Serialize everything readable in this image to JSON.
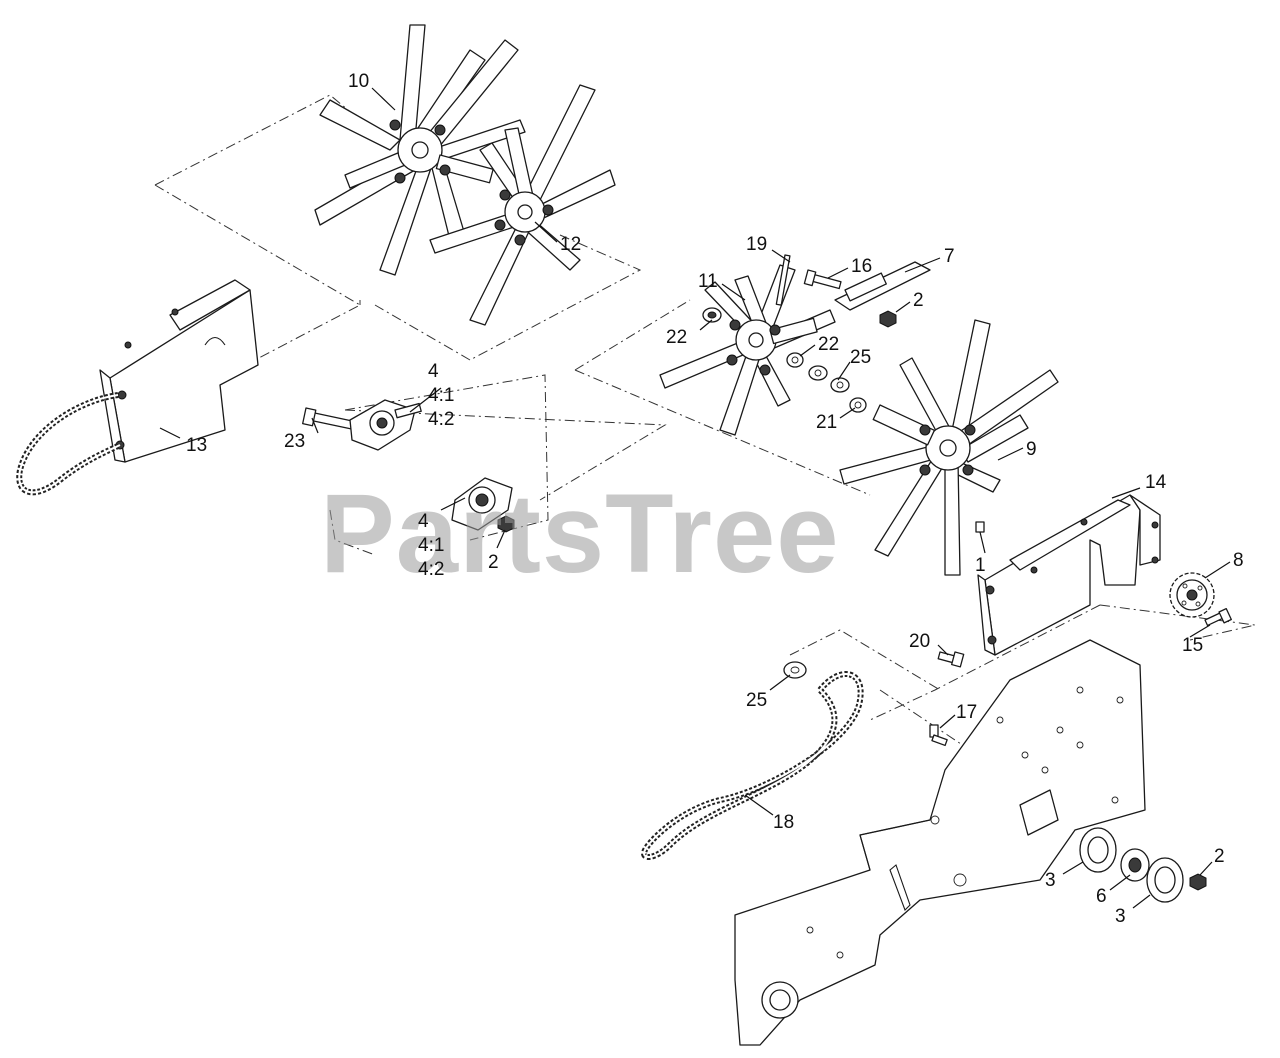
{
  "watermark": "PartsTree",
  "callouts": [
    {
      "id": "c10",
      "text": "10"
    },
    {
      "id": "c12",
      "text": "12"
    },
    {
      "id": "c19",
      "text": "19"
    },
    {
      "id": "c16",
      "text": "16"
    },
    {
      "id": "c7",
      "text": "7"
    },
    {
      "id": "c11",
      "text": "11"
    },
    {
      "id": "c2a",
      "text": "2"
    },
    {
      "id": "c22a",
      "text": "22"
    },
    {
      "id": "c22b",
      "text": "22"
    },
    {
      "id": "c25a",
      "text": "25"
    },
    {
      "id": "c21",
      "text": "21"
    },
    {
      "id": "c9",
      "text": "9"
    },
    {
      "id": "c14",
      "text": "14"
    },
    {
      "id": "c8",
      "text": "8"
    },
    {
      "id": "c1",
      "text": "1"
    },
    {
      "id": "c4a",
      "text": "4"
    },
    {
      "id": "c41a",
      "text": "4:1"
    },
    {
      "id": "c42a",
      "text": "4:2"
    },
    {
      "id": "c23",
      "text": "23"
    },
    {
      "id": "c13",
      "text": "13"
    },
    {
      "id": "c4b",
      "text": "4"
    },
    {
      "id": "c41b",
      "text": "4:1"
    },
    {
      "id": "c42b",
      "text": "4:2"
    },
    {
      "id": "c2b",
      "text": "2"
    },
    {
      "id": "c20",
      "text": "20"
    },
    {
      "id": "c15",
      "text": "15"
    },
    {
      "id": "c25b",
      "text": "25"
    },
    {
      "id": "c17",
      "text": "17"
    },
    {
      "id": "c18",
      "text": "18"
    },
    {
      "id": "c2c",
      "text": "2"
    },
    {
      "id": "c3a",
      "text": "3"
    },
    {
      "id": "c6",
      "text": "6"
    },
    {
      "id": "c3b",
      "text": "3"
    }
  ]
}
